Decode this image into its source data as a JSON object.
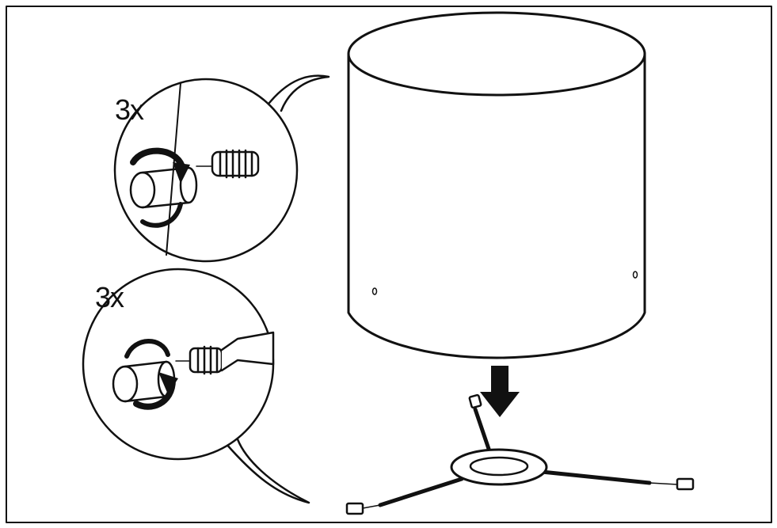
{
  "steps": [
    {
      "quantity_label": "3x",
      "action": "tighten"
    },
    {
      "quantity_label": "3x",
      "action": "screw-in"
    }
  ],
  "colors": {
    "ink": "#111111",
    "paper": "#ffffff"
  }
}
